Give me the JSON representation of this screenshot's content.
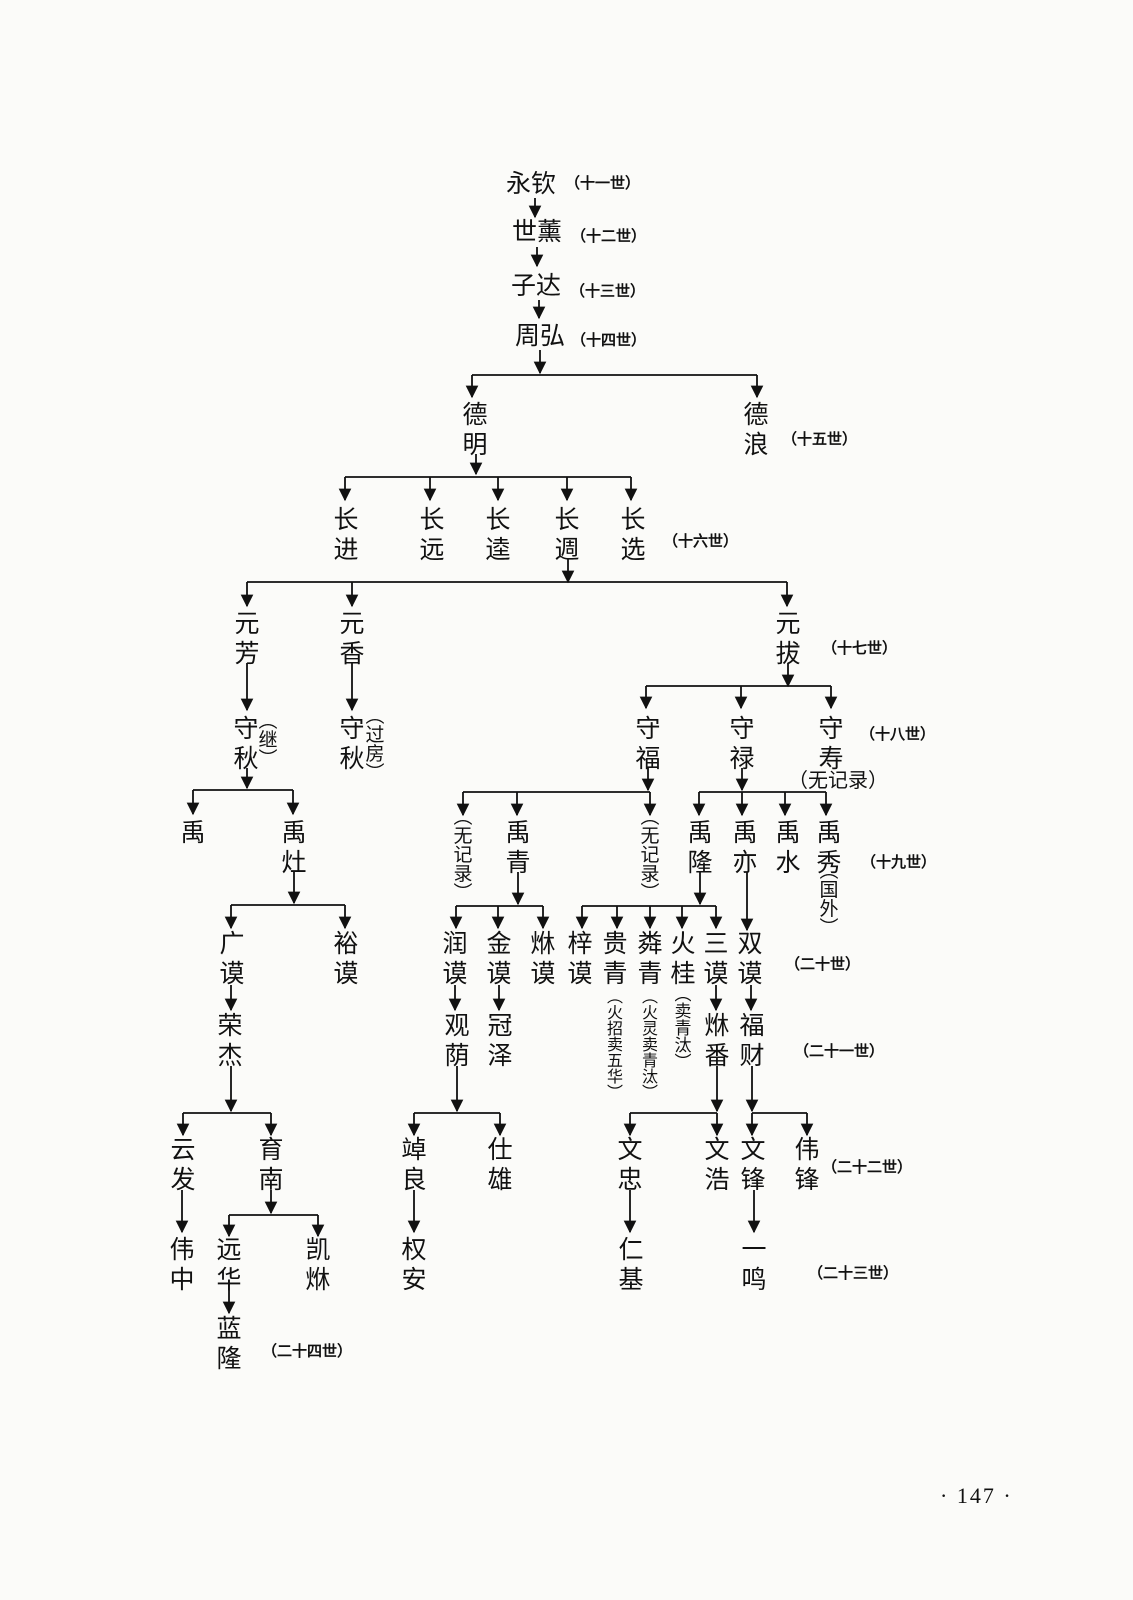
{
  "page_number": "· 147 ·",
  "generations": {
    "g11": "（十一世）",
    "g12": "（十二世）",
    "g13": "（十三世）",
    "g14": "（十四世）",
    "g15": "（十五世）",
    "g16": "（十六世）",
    "g17": "（十七世）",
    "g18": "（十八世）",
    "g19": "（十九世）",
    "g20": "（二十世）",
    "g21": "（二十一世）",
    "g22": "（二十二世）",
    "g23": "（二十三世）",
    "g24": "（二十四世）"
  },
  "persons": {
    "yongqin": "永钦",
    "shixun": "世薰",
    "zida": "子达",
    "zhouhong": "周弘",
    "deming": "德明",
    "delang": "德浪",
    "changjin": "长进",
    "changyuan": "长远",
    "changda": "长逵",
    "changzhou": "长週",
    "changxuan": "长选",
    "yuanfang": "元芳",
    "yuanxiang": "元香",
    "yuanba": "元拔",
    "shouqiu_a": "守秋",
    "shouqiu_b": "守秋",
    "shoufu": "守福",
    "shoulu": "守禄",
    "shoushou": "守寿",
    "yu1": "禹",
    "yuzao": "禹灶",
    "unrec1": "无记录",
    "yuqing": "禹青",
    "unrec2": "无记录",
    "yulong": "禹隆",
    "yuyi": "禹亦",
    "yushui": "禹水",
    "yuxiu": "禹秀",
    "guangmo": "广谟",
    "yumo": "裕谟",
    "runmo": "润谟",
    "jinmo": "金谟",
    "fumo": "烌谟",
    "zimo": "梓谟",
    "guiqing": "贵青",
    "bingqing": "粦青",
    "huogui": "火桂",
    "sanmo": "三谟",
    "shuangmo": "双谟",
    "rongjie": "荣杰",
    "guanyin": "观荫",
    "guanze": "冠泽",
    "fufan": "烌番",
    "fucai": "福财",
    "yunfa": "云发",
    "yunan": "育南",
    "zhanliang": "竨良",
    "shixiong": "仕雄",
    "wenzhong": "文忠",
    "wenhao": "文浩",
    "wenfeng": "文锋",
    "weifeng": "伟锋",
    "weizhong": "伟中",
    "yuanhua": "远华",
    "kaifu": "凯烌",
    "quanan": "权安",
    "renji": "仁基",
    "yiming": "一鸣",
    "lanlong": "蓝隆"
  },
  "notes": {
    "shouqiu_a_note": "（继）",
    "shouqiu_b_note": "（过房）",
    "shoushou_note": "（无记录）",
    "yuxiu_note": "（国外）",
    "guiqing_note": "（火招卖五华）",
    "bingqing_note": "（火灵卖青汰）",
    "huogui_note": "（卖青汰）"
  }
}
